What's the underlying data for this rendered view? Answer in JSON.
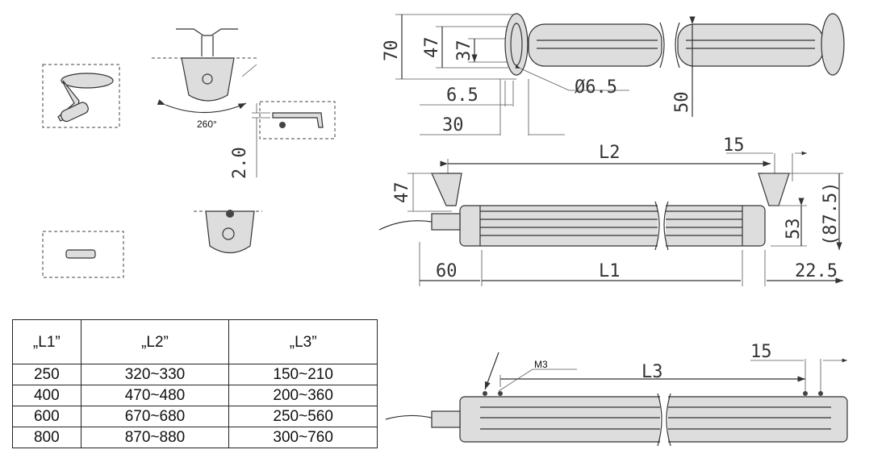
{
  "bracket_views": {
    "rotation_label": "260°",
    "thickness_label": "2.0"
  },
  "end_view": {
    "dims": {
      "height_total": "70",
      "height_mid": "47",
      "height_inner": "37",
      "offset": "6.5",
      "width": "30",
      "hole_dia": "Ø6.5",
      "spacing": "50"
    }
  },
  "side_view_mounted": {
    "dims": {
      "L2": "L2",
      "end_gap": "15",
      "bracket_height": "47",
      "body_height": "53",
      "total_height": "(87.5)",
      "cable_length": "60",
      "L1": "L1",
      "end_cap": "22.5"
    }
  },
  "side_view_screws": {
    "screw_label": "M3",
    "dims": {
      "L3": "L3",
      "end_gap": "15"
    }
  },
  "length_table": {
    "headers": [
      "„L1”",
      "„L2”",
      "„L3”"
    ],
    "rows": [
      [
        "250",
        "320~330",
        "150~210"
      ],
      [
        "400",
        "470~480",
        "200~360"
      ],
      [
        "600",
        "670~680",
        "250~560"
      ],
      [
        "800",
        "870~880",
        "300~760"
      ]
    ]
  }
}
